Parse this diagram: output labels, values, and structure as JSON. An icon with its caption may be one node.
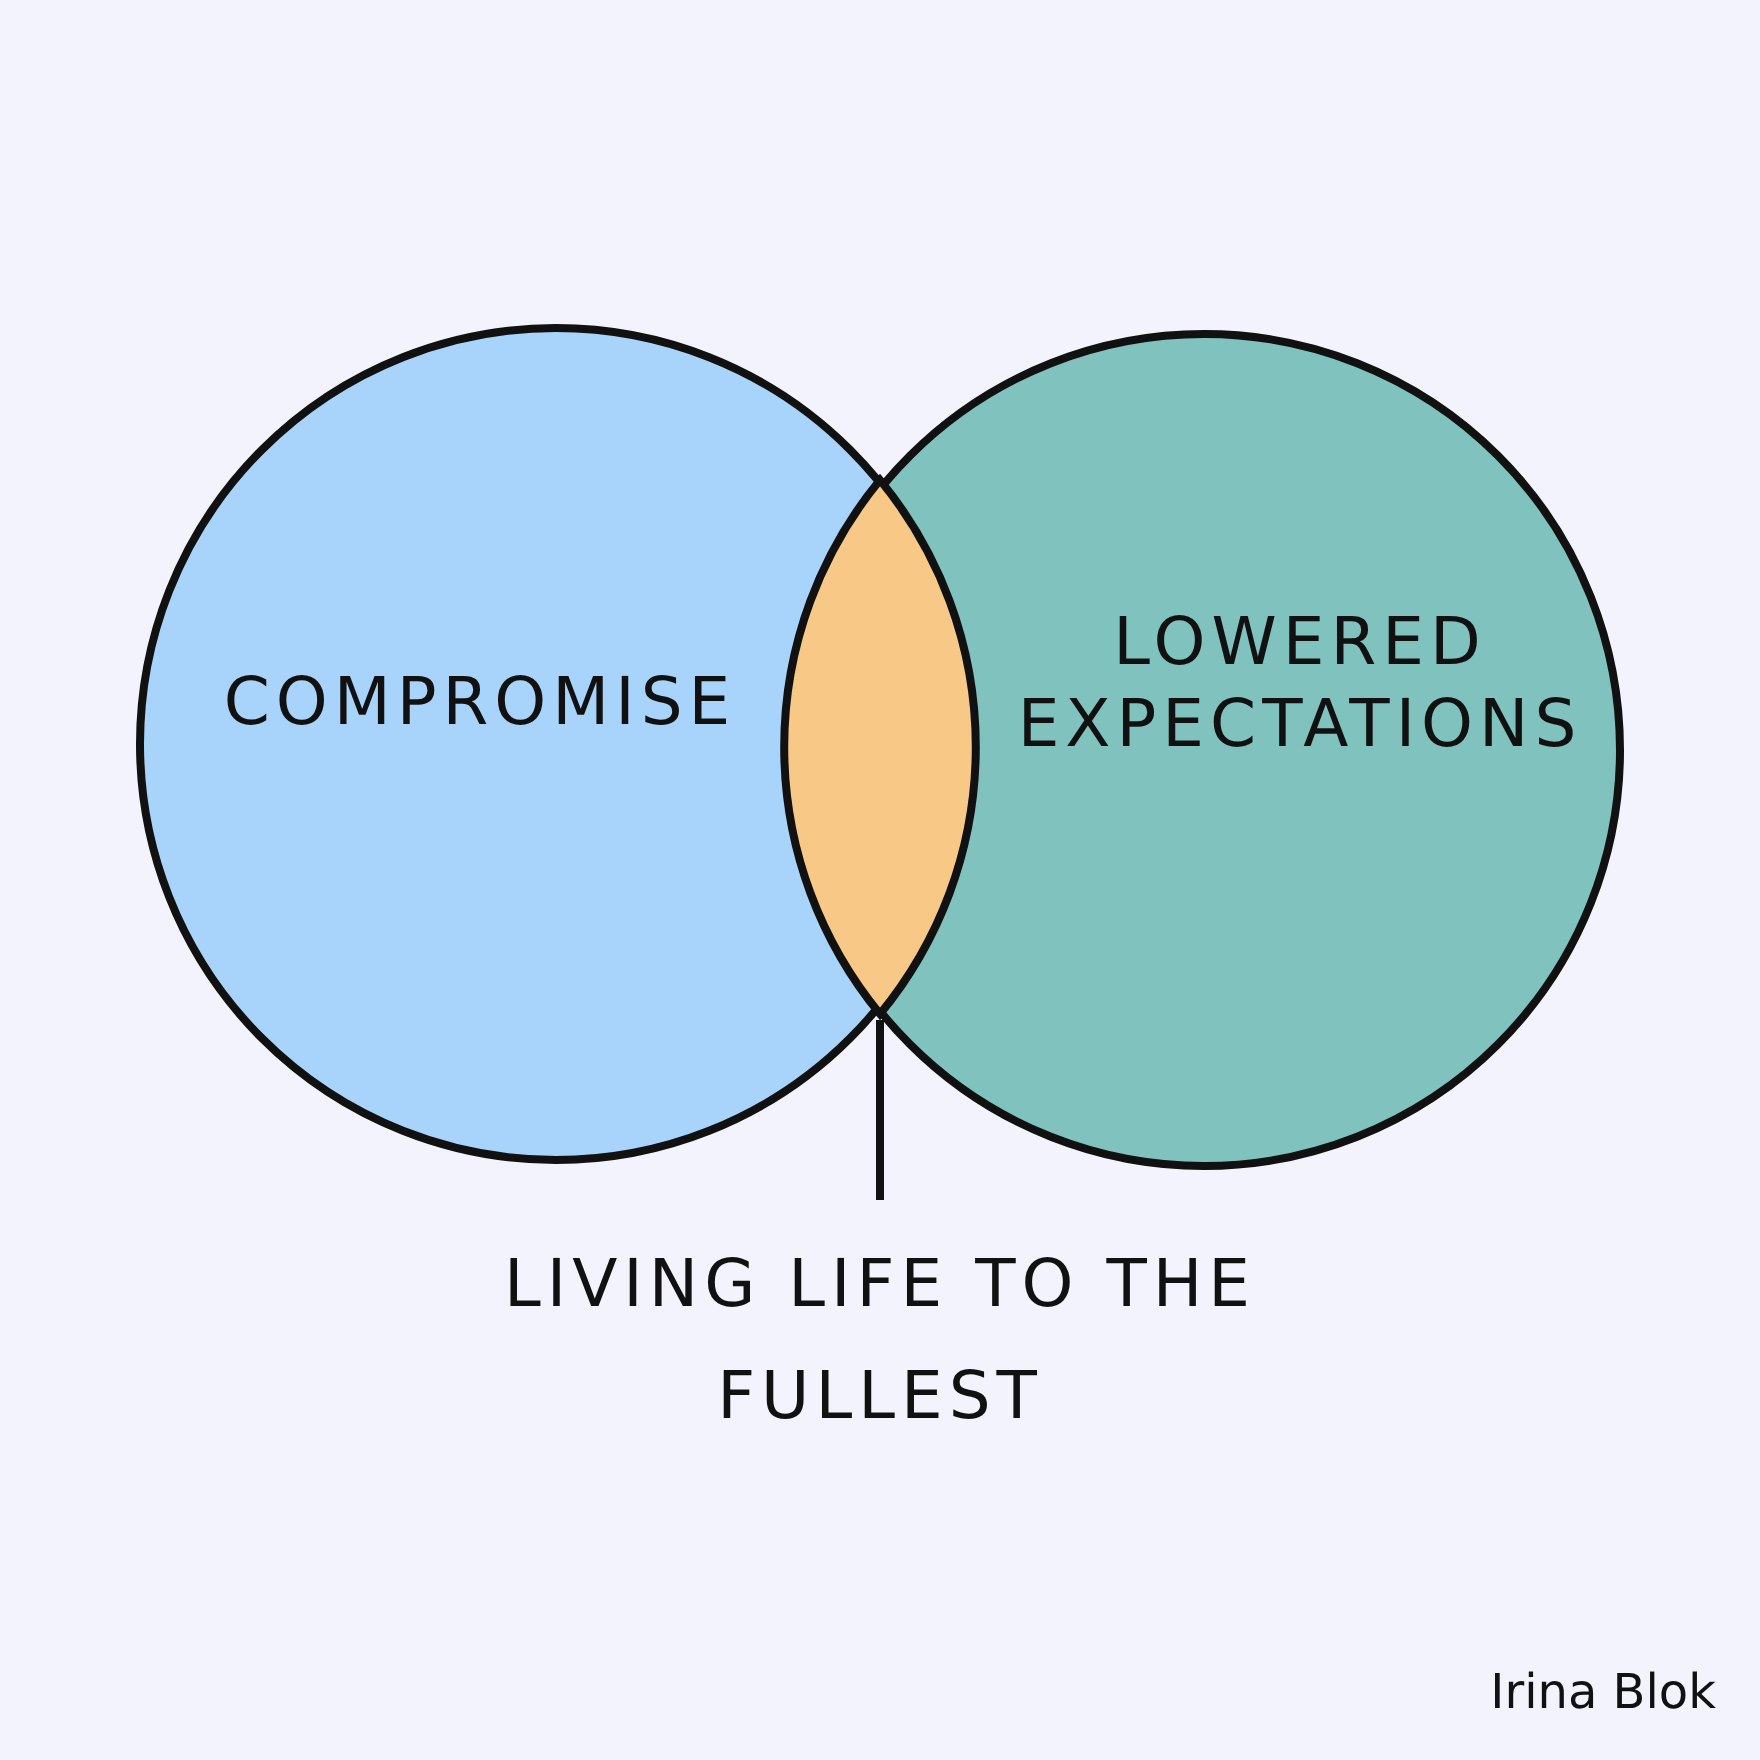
{
  "diagram": {
    "nodes": [
      {
        "text": [
          "COMPROMISE"
        ]
      },
      {
        "text": [
          "LOWERED EXPECTATIONS"
        ]
      },
      {
        "text": [],
        "shape": "lens"
      },
      {
        "text": [
          "LIVING LIFE TO THE FULLEST"
        ]
      }
    ],
    "edges": [
      {
        "from": 3,
        "to": 2,
        "arrow": "none"
      }
    ],
    "labels": [
      "Irina Blok"
    ]
  }
}
